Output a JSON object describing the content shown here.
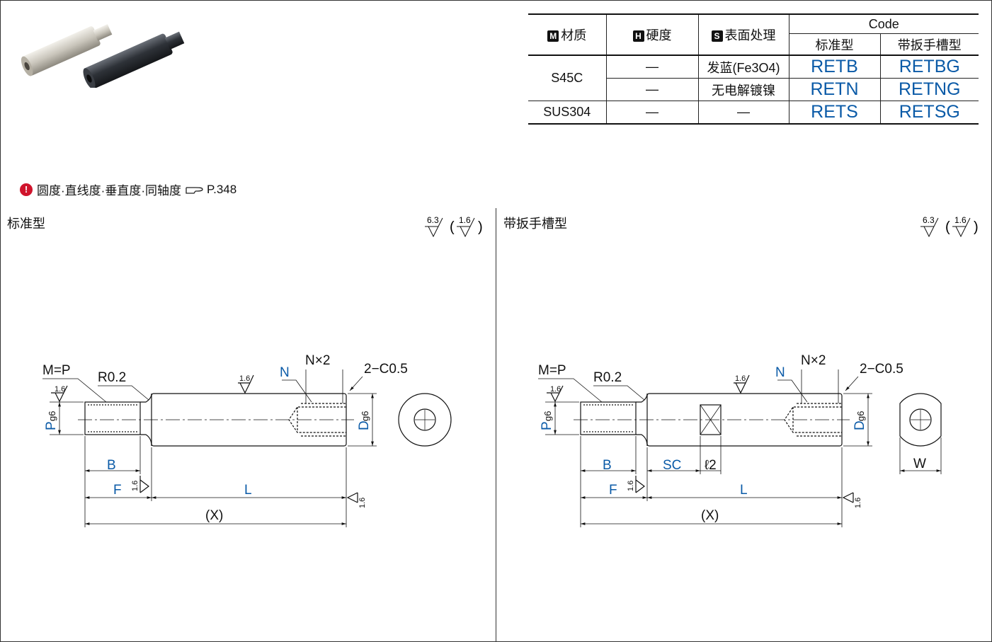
{
  "table": {
    "headers": {
      "material_icon": "M",
      "material": "材质",
      "hardness_icon": "H",
      "hardness": "硬度",
      "surface_icon": "S",
      "surface": "表面处理",
      "code": "Code",
      "standard": "标准型",
      "wrench": "带扳手槽型"
    },
    "rows": [
      {
        "material": "S45C",
        "hardness": "—",
        "surface": "发蓝(Fe3O4)",
        "standard": "RETB",
        "wrench": "RETBG"
      },
      {
        "material": "",
        "hardness": "—",
        "surface": "无电解镀镍",
        "standard": "RETN",
        "wrench": "RETNG"
      },
      {
        "material": "SUS304",
        "hardness": "—",
        "surface": "—",
        "standard": "RETS",
        "wrench": "RETSG"
      }
    ]
  },
  "note": {
    "icon": "!",
    "text": "圆度·直线度·垂直度·同轴度",
    "ref_icon": "pointing-hand-icon",
    "ref": "P.348"
  },
  "sections": {
    "left_title": "标准型",
    "right_title": "带扳手槽型"
  },
  "roughness": {
    "main": "6.3",
    "sub": "1.6"
  },
  "drawing_labels": {
    "m_eq_p": "M=P",
    "r": "R0.2",
    "rough": "1.6",
    "n": "N",
    "n_x2": "N×2",
    "chamfer": "2−C0.5",
    "p": "P",
    "g6": "g6",
    "d": "D",
    "b": "B",
    "f": "F",
    "l": "L",
    "x": "(X)",
    "sc": "SC",
    "l2": "ℓ2",
    "w": "W"
  },
  "colors": {
    "accent_blue": "#0a5aa7",
    "note_red": "#d0142c"
  }
}
